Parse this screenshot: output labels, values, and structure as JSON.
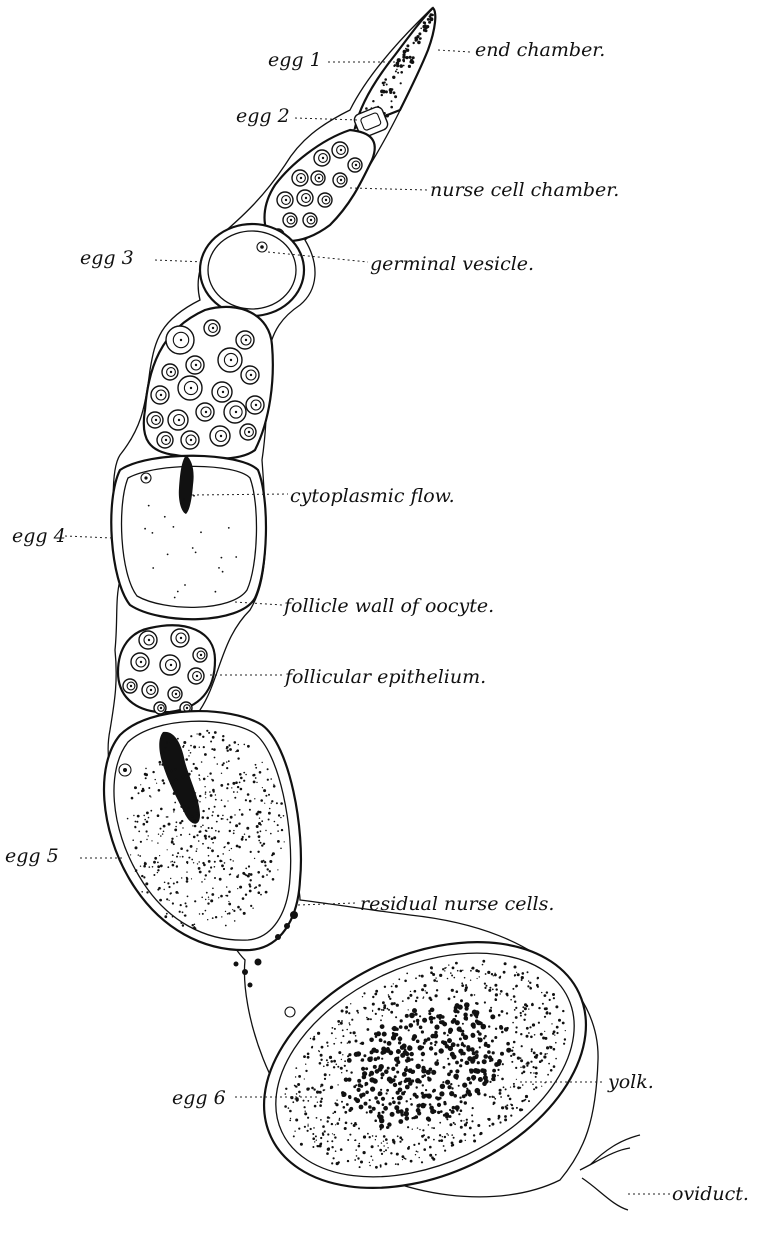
{
  "labels": {
    "egg1": "egg 1",
    "egg2": "egg 2",
    "egg3": "egg 3",
    "egg4": "egg 4",
    "egg5": "egg 5",
    "egg6": "egg 6",
    "end_chamber": "end chamber.",
    "nurse_cell_chamber": "nurse cell chamber.",
    "germinal_vesicle": "germinal vesicle.",
    "cytoplasmic_flow": "cytoplasmic flow.",
    "follicle_wall": "follicle wall of oocyte.",
    "follicular_epithelium": "follicular epithelium.",
    "residual_nurse_cells": "residual nurse cells.",
    "yolk": "yolk.",
    "oviduct": "oviduct."
  }
}
